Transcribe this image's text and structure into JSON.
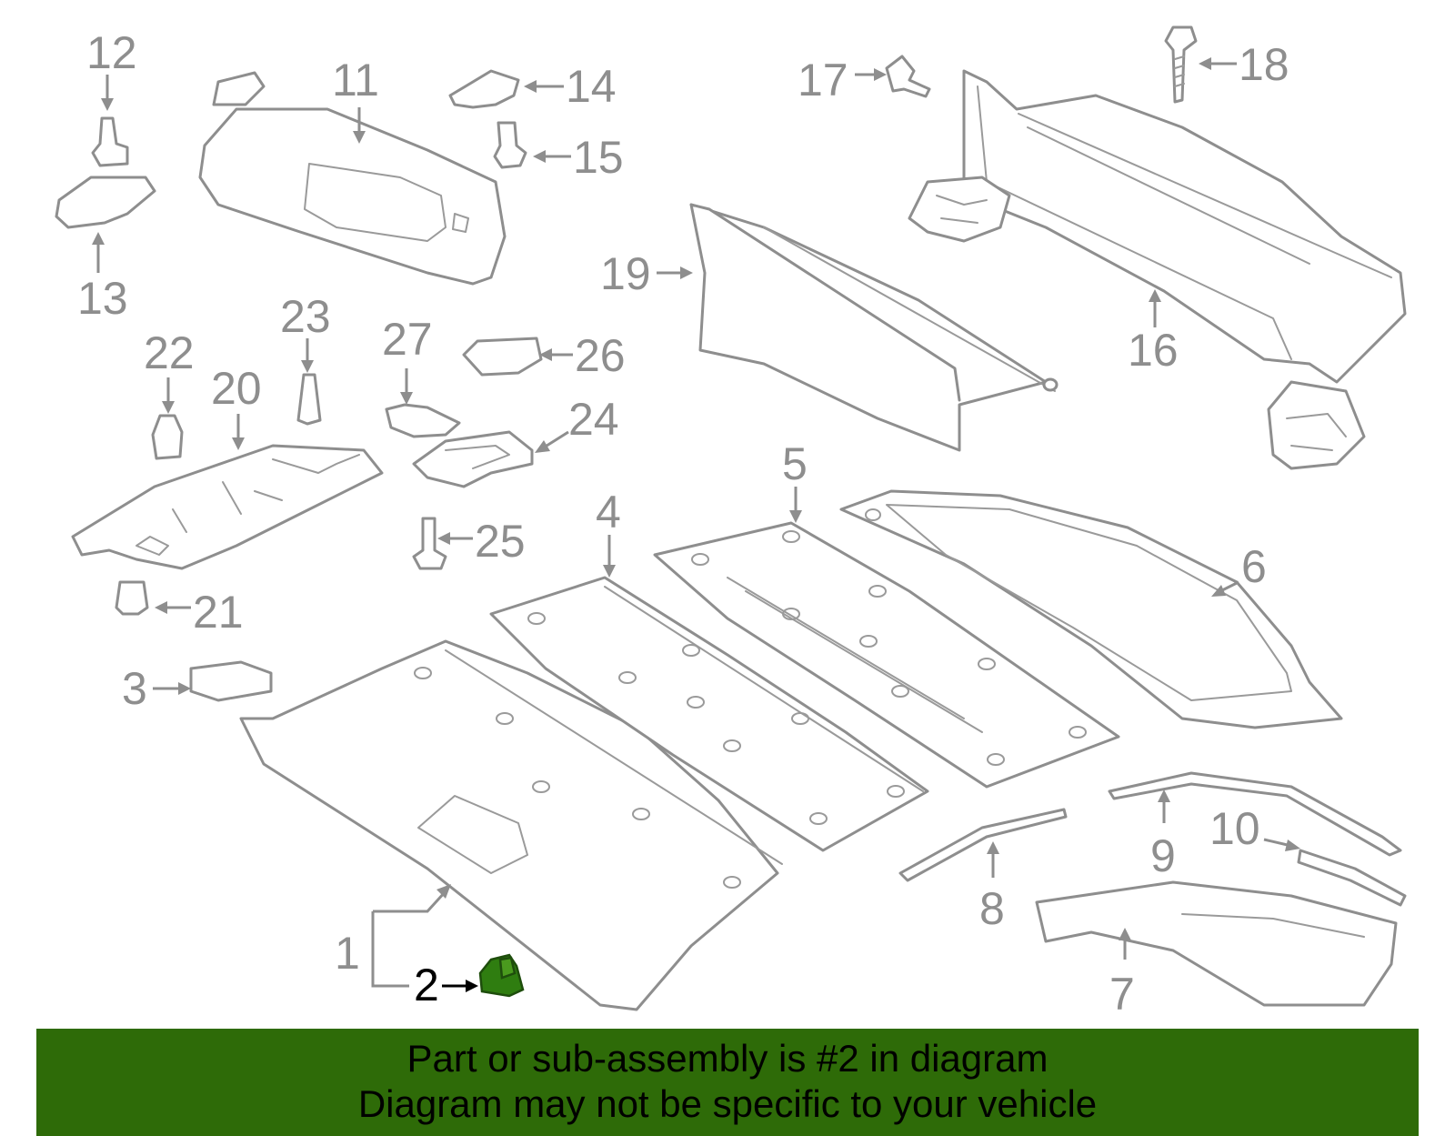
{
  "banner": {
    "line1": "Part or sub-assembly is #2 in diagram",
    "line2": "Diagram may not be specific to your vehicle",
    "background": "#2e6b08"
  },
  "colors": {
    "linework": "#8e8e8e",
    "highlight_part": "#2f7d10",
    "highlight_label": "#000000"
  },
  "highlighted_part": "2",
  "callouts": {
    "c1": "1",
    "c2": "2",
    "c3": "3",
    "c4": "4",
    "c5": "5",
    "c6": "6",
    "c7": "7",
    "c8": "8",
    "c9": "9",
    "c10": "10",
    "c11": "11",
    "c12": "12",
    "c13": "13",
    "c14": "14",
    "c15": "15",
    "c16": "16",
    "c17": "17",
    "c18": "18",
    "c19": "19",
    "c20": "20",
    "c21": "21",
    "c22": "22",
    "c23": "23",
    "c24": "24",
    "c25": "25",
    "c26": "26",
    "c27": "27"
  }
}
